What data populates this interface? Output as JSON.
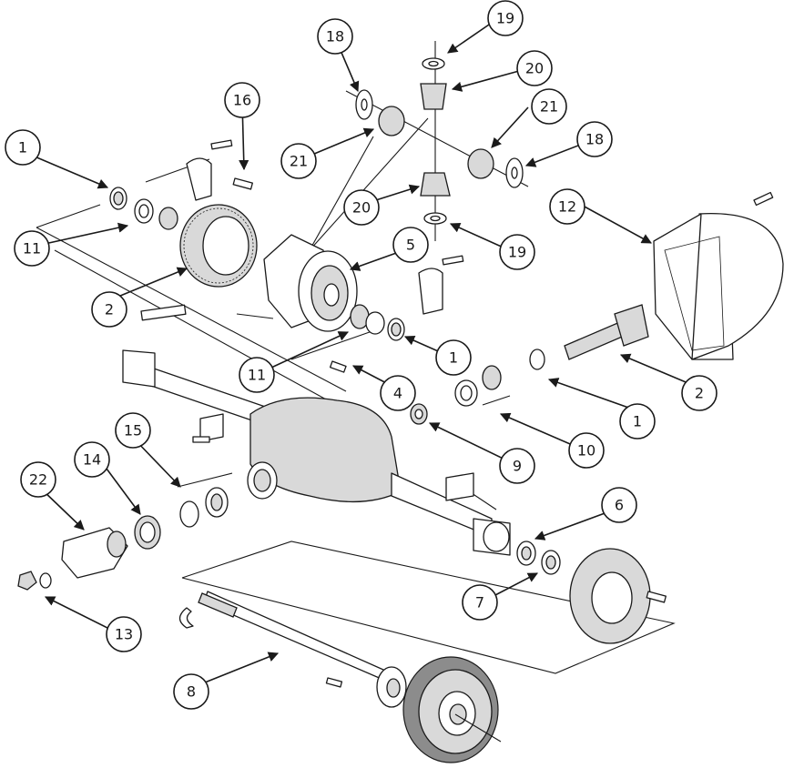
{
  "callouts": [
    {
      "id": "c1a",
      "label": "1"
    },
    {
      "id": "c1b",
      "label": "1"
    },
    {
      "id": "c1c",
      "label": "1"
    },
    {
      "id": "c2a",
      "label": "2"
    },
    {
      "id": "c2b",
      "label": "2"
    },
    {
      "id": "c4",
      "label": "4"
    },
    {
      "id": "c5",
      "label": "5"
    },
    {
      "id": "c6",
      "label": "6"
    },
    {
      "id": "c7",
      "label": "7"
    },
    {
      "id": "c8",
      "label": "8"
    },
    {
      "id": "c9",
      "label": "9"
    },
    {
      "id": "c10",
      "label": "10"
    },
    {
      "id": "c11a",
      "label": "11"
    },
    {
      "id": "c11b",
      "label": "11"
    },
    {
      "id": "c12",
      "label": "12"
    },
    {
      "id": "c13",
      "label": "13"
    },
    {
      "id": "c14",
      "label": "14"
    },
    {
      "id": "c15",
      "label": "15"
    },
    {
      "id": "c16",
      "label": "16"
    },
    {
      "id": "c18a",
      "label": "18"
    },
    {
      "id": "c18b",
      "label": "18"
    },
    {
      "id": "c19a",
      "label": "19"
    },
    {
      "id": "c19b",
      "label": "19"
    },
    {
      "id": "c20a",
      "label": "20"
    },
    {
      "id": "c20b",
      "label": "20"
    },
    {
      "id": "c21a",
      "label": "21"
    },
    {
      "id": "c21b",
      "label": "21"
    },
    {
      "id": "c22",
      "label": "22"
    }
  ]
}
